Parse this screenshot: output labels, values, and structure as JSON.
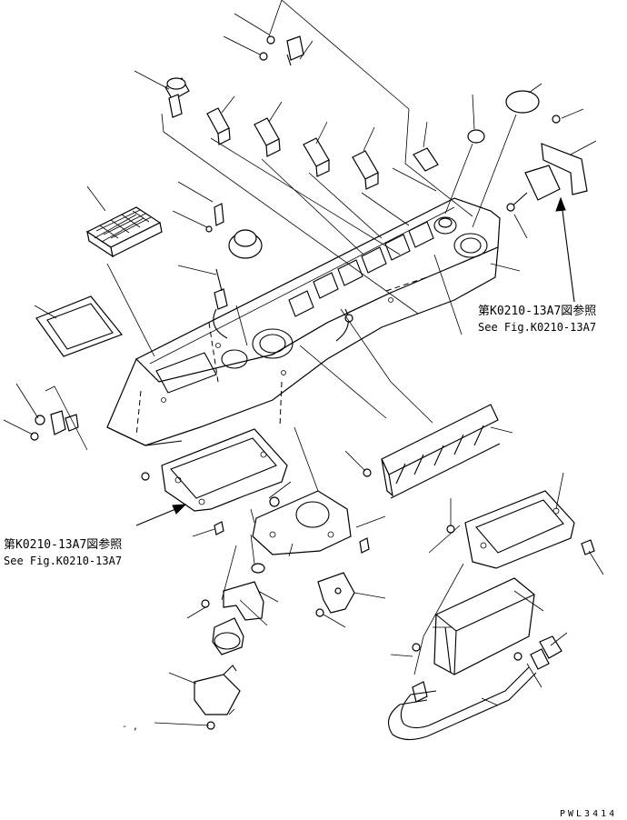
{
  "diagram": {
    "references": [
      {
        "ja": "第K0210-13A7図参照",
        "en": "See Fig.K0210-13A7"
      },
      {
        "ja": "第K0210-13A7図参照",
        "en": "See Fig.K0210-13A7"
      }
    ],
    "drawing_code": "PWL3414",
    "stray_mark": "- ,"
  }
}
